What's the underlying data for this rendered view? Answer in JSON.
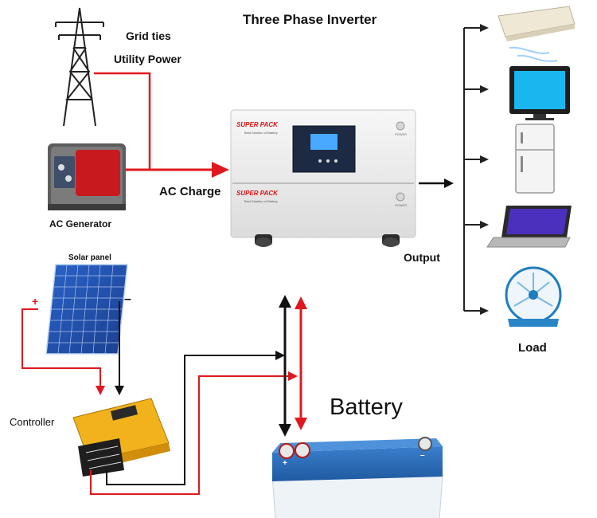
{
  "title": "Three Phase Inverter",
  "grid": {
    "line1": "Grid ties",
    "line2": "Utility Power"
  },
  "generator": {
    "label": "AC Generator"
  },
  "ac_charge": {
    "label": "AC Charge"
  },
  "output": {
    "label": "Output"
  },
  "load": {
    "label": "Load",
    "devices": [
      "air-conditioner-icon",
      "tv-icon",
      "fridge-icon",
      "laptop-icon",
      "fan-icon"
    ]
  },
  "solar": {
    "label": "Solar panel",
    "plus": "+",
    "minus": "–"
  },
  "controller": {
    "label": "Controller"
  },
  "battery": {
    "label": "Battery",
    "plus": "+",
    "minus": "–"
  },
  "inverter": {
    "brand": "SUPER",
    "brand2": "PACK",
    "sub": "Best Solution of Battery",
    "power": "POWER"
  },
  "colors": {
    "red_wire": "#e0181e",
    "black_wire": "#111111",
    "battery_blue": "#2f6db6",
    "controller_yellow": "#f2b21b"
  }
}
